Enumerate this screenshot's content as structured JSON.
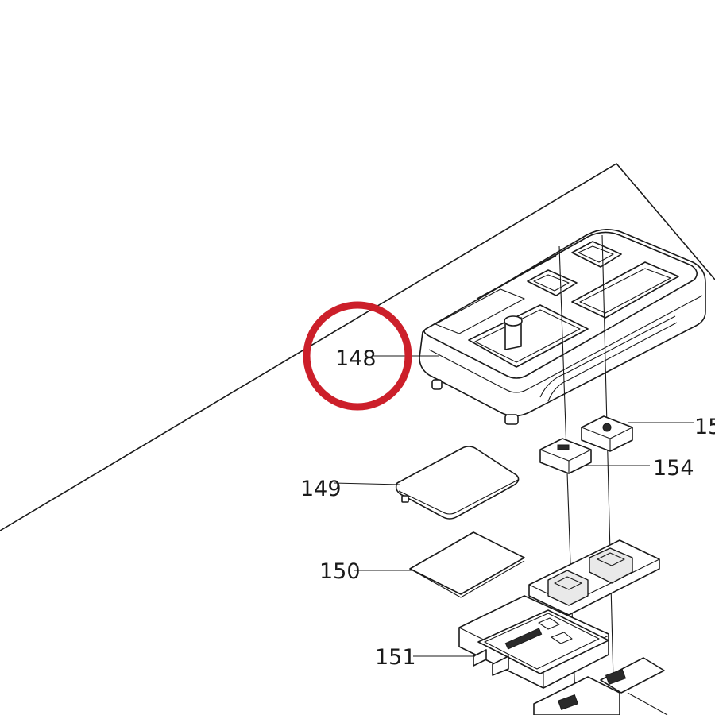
{
  "parts": [
    {
      "id": "part-148",
      "label": "148"
    },
    {
      "id": "part-149",
      "label": "149"
    },
    {
      "id": "part-150",
      "label": "150"
    },
    {
      "id": "part-151",
      "label": "151"
    },
    {
      "id": "part-154",
      "label": "154"
    },
    {
      "id": "part-155",
      "label": "15"
    }
  ],
  "highlight": {
    "target": "148",
    "color": "#cc1f2a"
  }
}
